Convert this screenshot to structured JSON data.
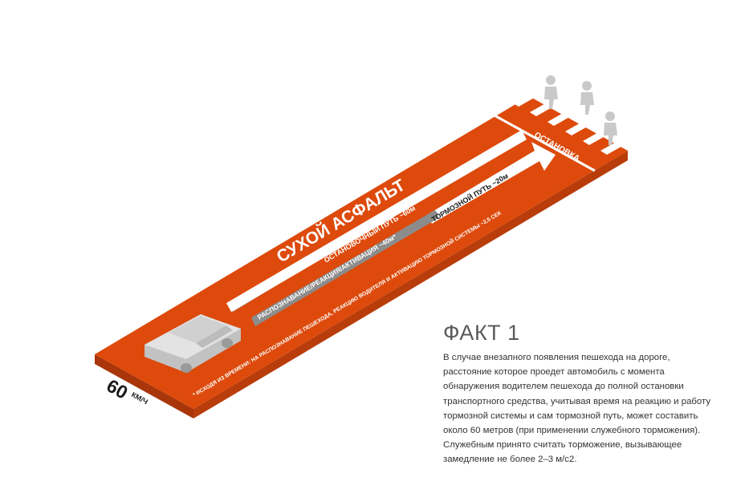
{
  "diagram": {
    "surface_title": "СУХОЙ АСФАЛЬТ",
    "stopping_label": "ОСТАНОВОЧНЫЙ ПУТЬ  ~60м",
    "reaction_label": "РАСПОЗНАВАНИЕ/РЕАКЦИЯ/АКТИВАЦИЯ  ~40м*",
    "braking_label": "ТОРМОЗНОЙ ПУТЬ  ~20м",
    "stop_label": "ОСТАНОВКА",
    "footnote": "* ИСХОДЯ ИЗ ВРЕМЕНИ: НА РАСПОЗНАВАНИЕ ПЕШЕХОДА, РЕАКЦИЮ ВОДИТЕЛЯ И АКТИВАЦИЮ ТОРМОЗНОЙ СИСТЕМЫ ~2,5 СЕК",
    "speed_value": "60",
    "speed_unit": "КМ/Ч",
    "colors": {
      "road": "#dd4a0c",
      "road_side": "#a8360a",
      "bars": "#ffffff",
      "bar_shade": "#bdbdbd",
      "reaction_bar": "#8c8c8c",
      "car": "#d7d7d7",
      "pedestrian": "#c9c9c9"
    }
  },
  "fact": {
    "title": "ФАКТ 1",
    "text": "В случае внезапного появления пешехода на дороге, расстояние которое проедет автомобиль с момента обнаружения водителем пешехода до полной остановки транспортного средства, учитывая время на реакцию и работу тормозной системы и сам тормозной путь, может составить около 60 метров (при применении служебного торможения). Служебным принято считать торможение, вызывающее замедление не более 2–3 м/с2."
  }
}
